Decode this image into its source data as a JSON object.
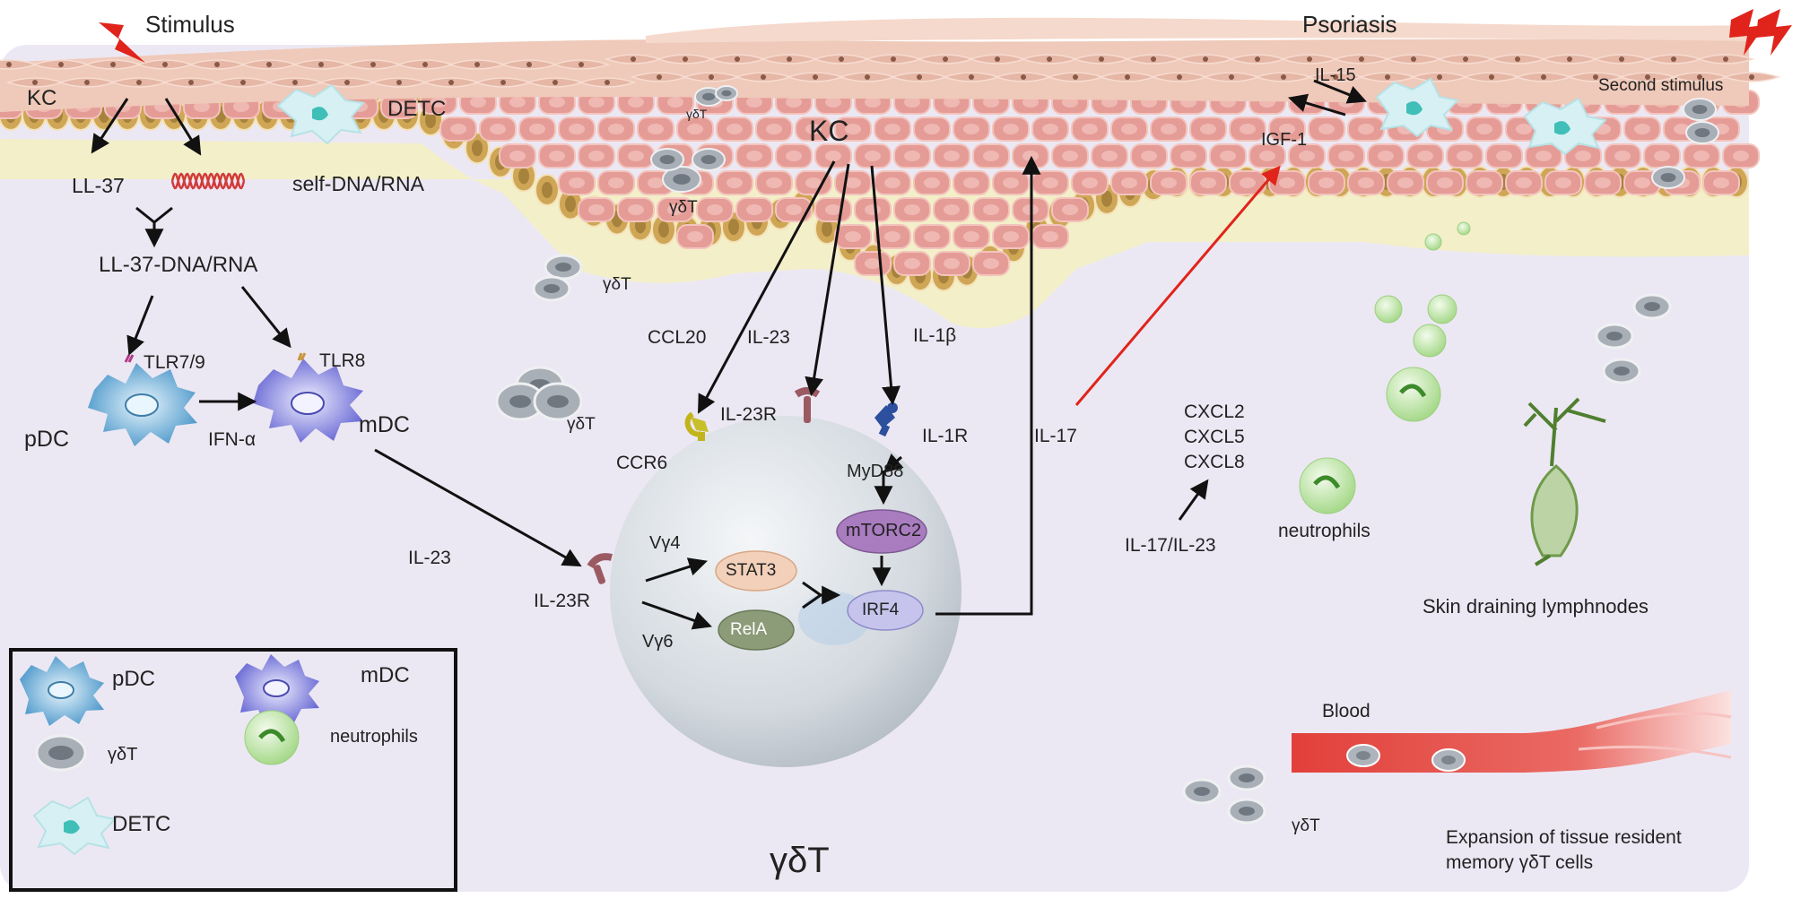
{
  "labels": {
    "stimulus": "Stimulus",
    "psoriasis": "Psoriasis",
    "second_stimulus": "Second stimulus",
    "kc_left": "KC",
    "detc": "DETC",
    "ll37": "LL-37",
    "self_dna_rna": "self-DNA/RNA",
    "ll37_dna_rna": "LL-37-DNA/RNA",
    "tlr79": "TLR7/9",
    "tlr8": "TLR8",
    "pdc": "pDC",
    "mdc": "mDC",
    "ifn_alpha": "IFN-α",
    "il23_left": "IL-23",
    "il23r_left": "IL-23R",
    "gdt_epi_small": "γδT",
    "gdt_epi": "γδT",
    "gdt_dermis": "γδT",
    "gdt_cluster": "γδT",
    "kc_center": "KC",
    "ccl20": "CCL20",
    "il23_top": "IL-23",
    "il1b": "IL-1β",
    "ccr6": "CCR6",
    "il23r_top": "IL-23R",
    "il1r": "IL-1R",
    "myd88": "MyD88",
    "mtorc2": "mTORC2",
    "vg4": "Vγ4",
    "vg6": "Vγ6",
    "stat3": "STAT3",
    "rela": "RelA",
    "irf4": "IRF4",
    "gdt_big": "γδT",
    "il17": "IL-17",
    "il15": "IL-15",
    "igf1": "IGF-1",
    "il17_il23": "IL-17/IL-23",
    "neutrophils": "neutrophils",
    "lymphnodes": "Skin draining lymphnodes",
    "blood": "Blood",
    "gdt_blood": "γδT",
    "expansion_line1": "Expansion of tissue resident",
    "expansion_line2": "memory γδT cells"
  },
  "cxcl": [
    "CXCL2",
    "CXCL5",
    "CXCL8"
  ],
  "legend": {
    "pdc": "pDC",
    "mdc": "mDC",
    "gdt": "γδT",
    "neutrophils": "neutrophils",
    "detc": "DETC"
  },
  "colors": {
    "background": "#ece8f3",
    "stratum_corneum": "#ecc3b3",
    "keratinocyte": "#e59c96",
    "basal_cell": "#cfa656",
    "basement": "#f2eec4",
    "arrow": "#111111",
    "highlight_arrow": "#e0241b",
    "lightning": "#e0241b",
    "blood_vessel": "#e04b45",
    "gdt_cell": "#9aa0a8",
    "neutrophil": "#b7df9e",
    "pdc": "#5aa8d6",
    "mdc": "#6f6fd8",
    "big_cell": "#cfd5dc"
  }
}
